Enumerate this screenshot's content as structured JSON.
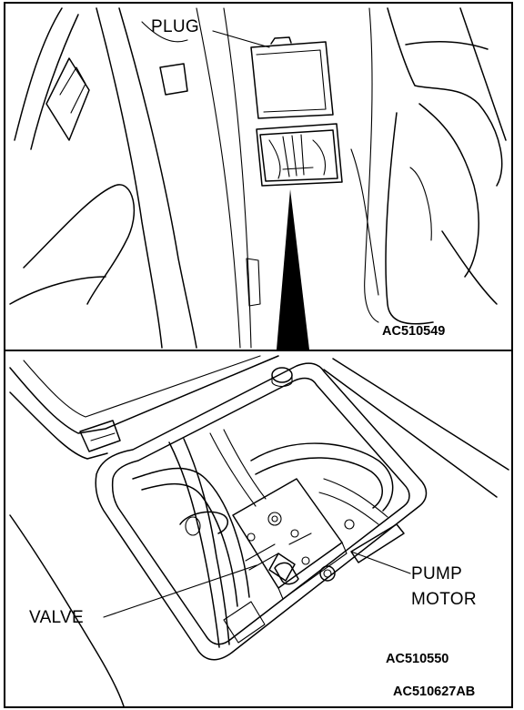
{
  "labels": {
    "plug": "PLUG",
    "valve": "VALVE",
    "pump_motor_line1": "PUMP",
    "pump_motor_line2": "MOTOR"
  },
  "figure_codes": {
    "top": "AC510549",
    "bottom": "AC510550",
    "overall": "AC510627AB"
  }
}
